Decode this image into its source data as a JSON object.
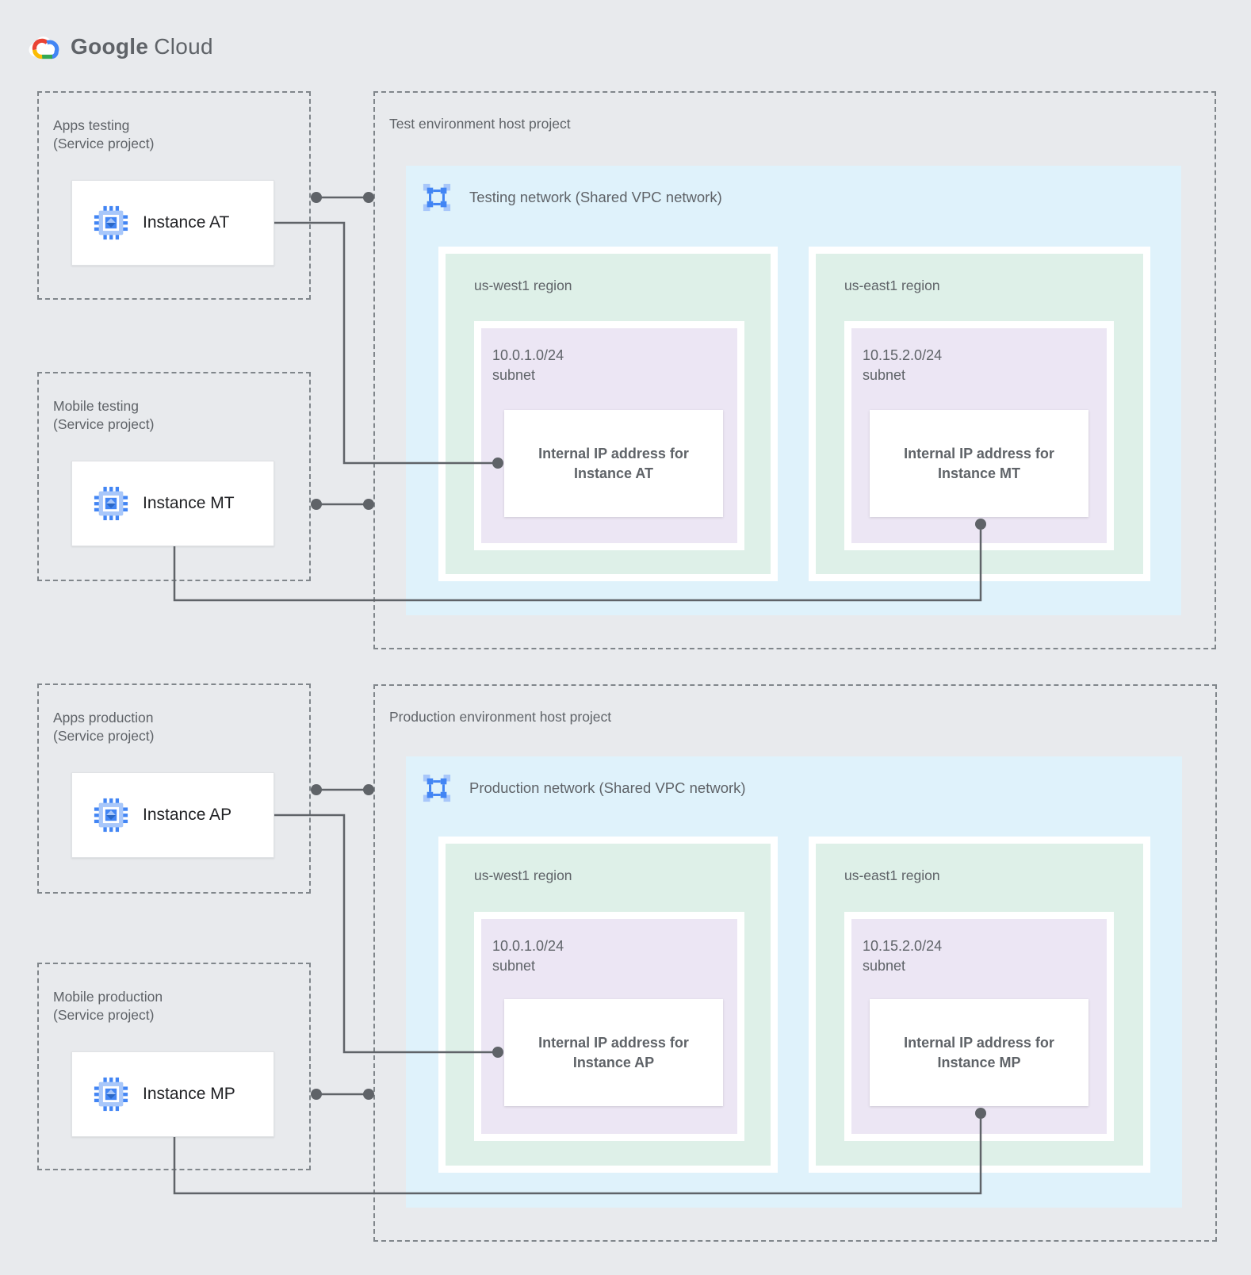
{
  "logo": {
    "google": "Google",
    "cloud": "Cloud"
  },
  "colors": {
    "background": "#E8EAED",
    "network_fill": "#DFF2FB",
    "region_fill": "#DEF0E8",
    "subnet_fill": "#ECE6F4",
    "card_fill": "#FFFFFF",
    "dashed_border": "#80868B",
    "connector": "#5F6368",
    "label_text": "#5F6368",
    "instance_text": "#202124",
    "google_blue": "#4285F4",
    "google_light_blue": "#A8C7FA",
    "google_red": "#EA4335",
    "google_yellow": "#FBBC04",
    "google_green": "#34A853"
  },
  "service_projects": [
    {
      "title": "Apps testing",
      "subtitle": "(Service project)",
      "instance_label": "Instance AT"
    },
    {
      "title": "Mobile testing",
      "subtitle": "(Service project)",
      "instance_label": "Instance MT"
    },
    {
      "title": "Apps production",
      "subtitle": "(Service project)",
      "instance_label": "Instance AP"
    },
    {
      "title": "Mobile production",
      "subtitle": "(Service project)",
      "instance_label": "Instance MP"
    }
  ],
  "host_projects": [
    {
      "title": "Test environment host project",
      "network_label": "Testing network (Shared VPC network)",
      "regions": [
        {
          "label": "us-west1 region",
          "subnet_cidr": "10.0.1.0/24",
          "subnet_word": "subnet",
          "ip_card_line1": "Internal IP address for",
          "ip_card_line2": "Instance AT"
        },
        {
          "label": "us-east1 region",
          "subnet_cidr": "10.15.2.0/24",
          "subnet_word": "subnet",
          "ip_card_line1": "Internal IP address for",
          "ip_card_line2": "Instance MT"
        }
      ]
    },
    {
      "title": "Production environment host project",
      "network_label": "Production network (Shared VPC network)",
      "regions": [
        {
          "label": "us-west1 region",
          "subnet_cidr": "10.0.1.0/24",
          "subnet_word": "subnet",
          "ip_card_line1": "Internal IP address for",
          "ip_card_line2": "Instance AP"
        },
        {
          "label": "us-east1 region",
          "subnet_cidr": "10.15.2.0/24",
          "subnet_word": "subnet",
          "ip_card_line1": "Internal IP address for",
          "ip_card_line2": "Instance MP"
        }
      ]
    }
  ]
}
